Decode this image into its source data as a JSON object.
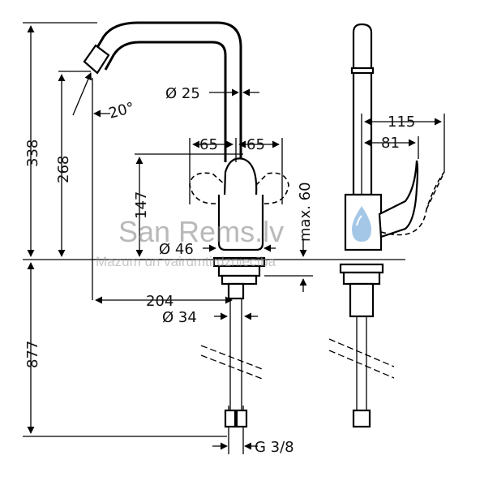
{
  "dimensions": {
    "height_total": "338",
    "height_spout": "268",
    "angle": "20°",
    "spout_diameter": "Ø 25",
    "handle_left": "65",
    "handle_right": "65",
    "handle_height": "147",
    "body_diameter": "Ø 46",
    "max_deck": "max. 60",
    "reach": "204",
    "hole_diameter": "Ø 34",
    "hose_length": "877",
    "connection": "G 3/8",
    "side_depth_outer": "115",
    "side_depth_inner": "81"
  },
  "watermark": {
    "brand": "San Rems.lv",
    "tagline": "Mazum un vairumtirdzniecība",
    "accent_color": "#5b9bd5"
  }
}
